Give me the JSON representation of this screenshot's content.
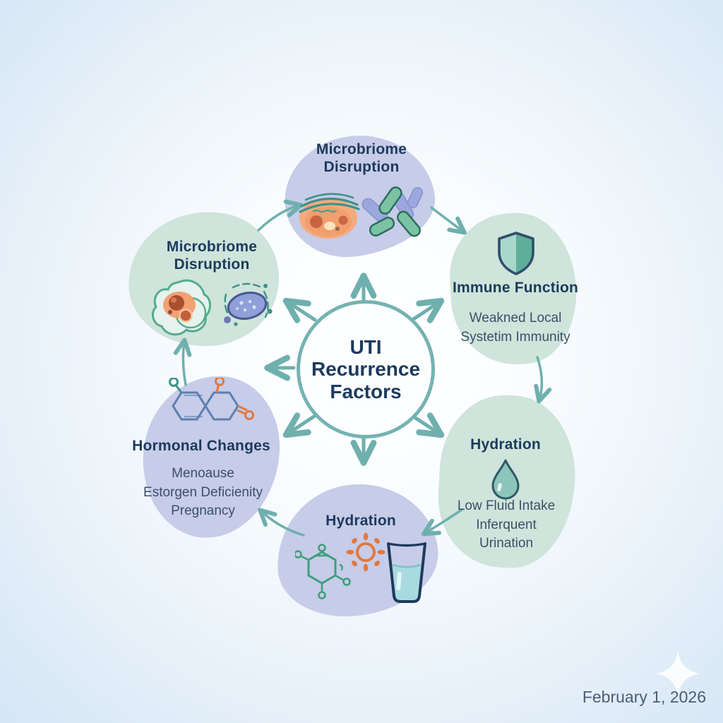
{
  "center": {
    "line1": "UTI",
    "line2": "Recurrence",
    "line3": "Factors"
  },
  "nodes": {
    "top": {
      "title": "Microbriome Disruption",
      "icons": [
        "tissue-culture-icon",
        "bacteria-cluster-icon"
      ]
    },
    "left": {
      "title": "Microbriome Disruption",
      "icons": [
        "cell-icon",
        "microbe-icon"
      ]
    },
    "right": {
      "title": "Immune Function",
      "subtitle_lines": [
        "Weakned Local",
        "Systetim Immunity"
      ],
      "icons": [
        "shield-icon"
      ]
    },
    "bottom_left": {
      "title": "Hormonal Changes",
      "subtitle_lines": [
        "Menoause",
        "Estorgen Deficienity",
        "Pregnancy"
      ],
      "icons": [
        "hormone-molecule-icon"
      ]
    },
    "bottom": {
      "title": "Hydration",
      "icons": [
        "molecule-icon",
        "sun-burst-icon",
        "water-glass-icon"
      ]
    },
    "bottom_right": {
      "title": "Hydration",
      "subtitle_lines": [
        "Low Fluid Intake",
        "Inferquent",
        "Urination"
      ],
      "icons": [
        "water-drop-icon"
      ]
    }
  },
  "footer": {
    "date": "February 1, 2026"
  },
  "colors": {
    "arrow_teal": "#6fb0ae",
    "circle_border": "#74b3b1",
    "title_navy": "#1c3a5c",
    "subtext": "#3b5068",
    "blob_lavender": "#c7cce9",
    "blob_mint": "#cfe4db",
    "accent_orange": "#e2793f",
    "accent_green": "#4fa98c",
    "accent_blue": "#9ba8dd"
  }
}
